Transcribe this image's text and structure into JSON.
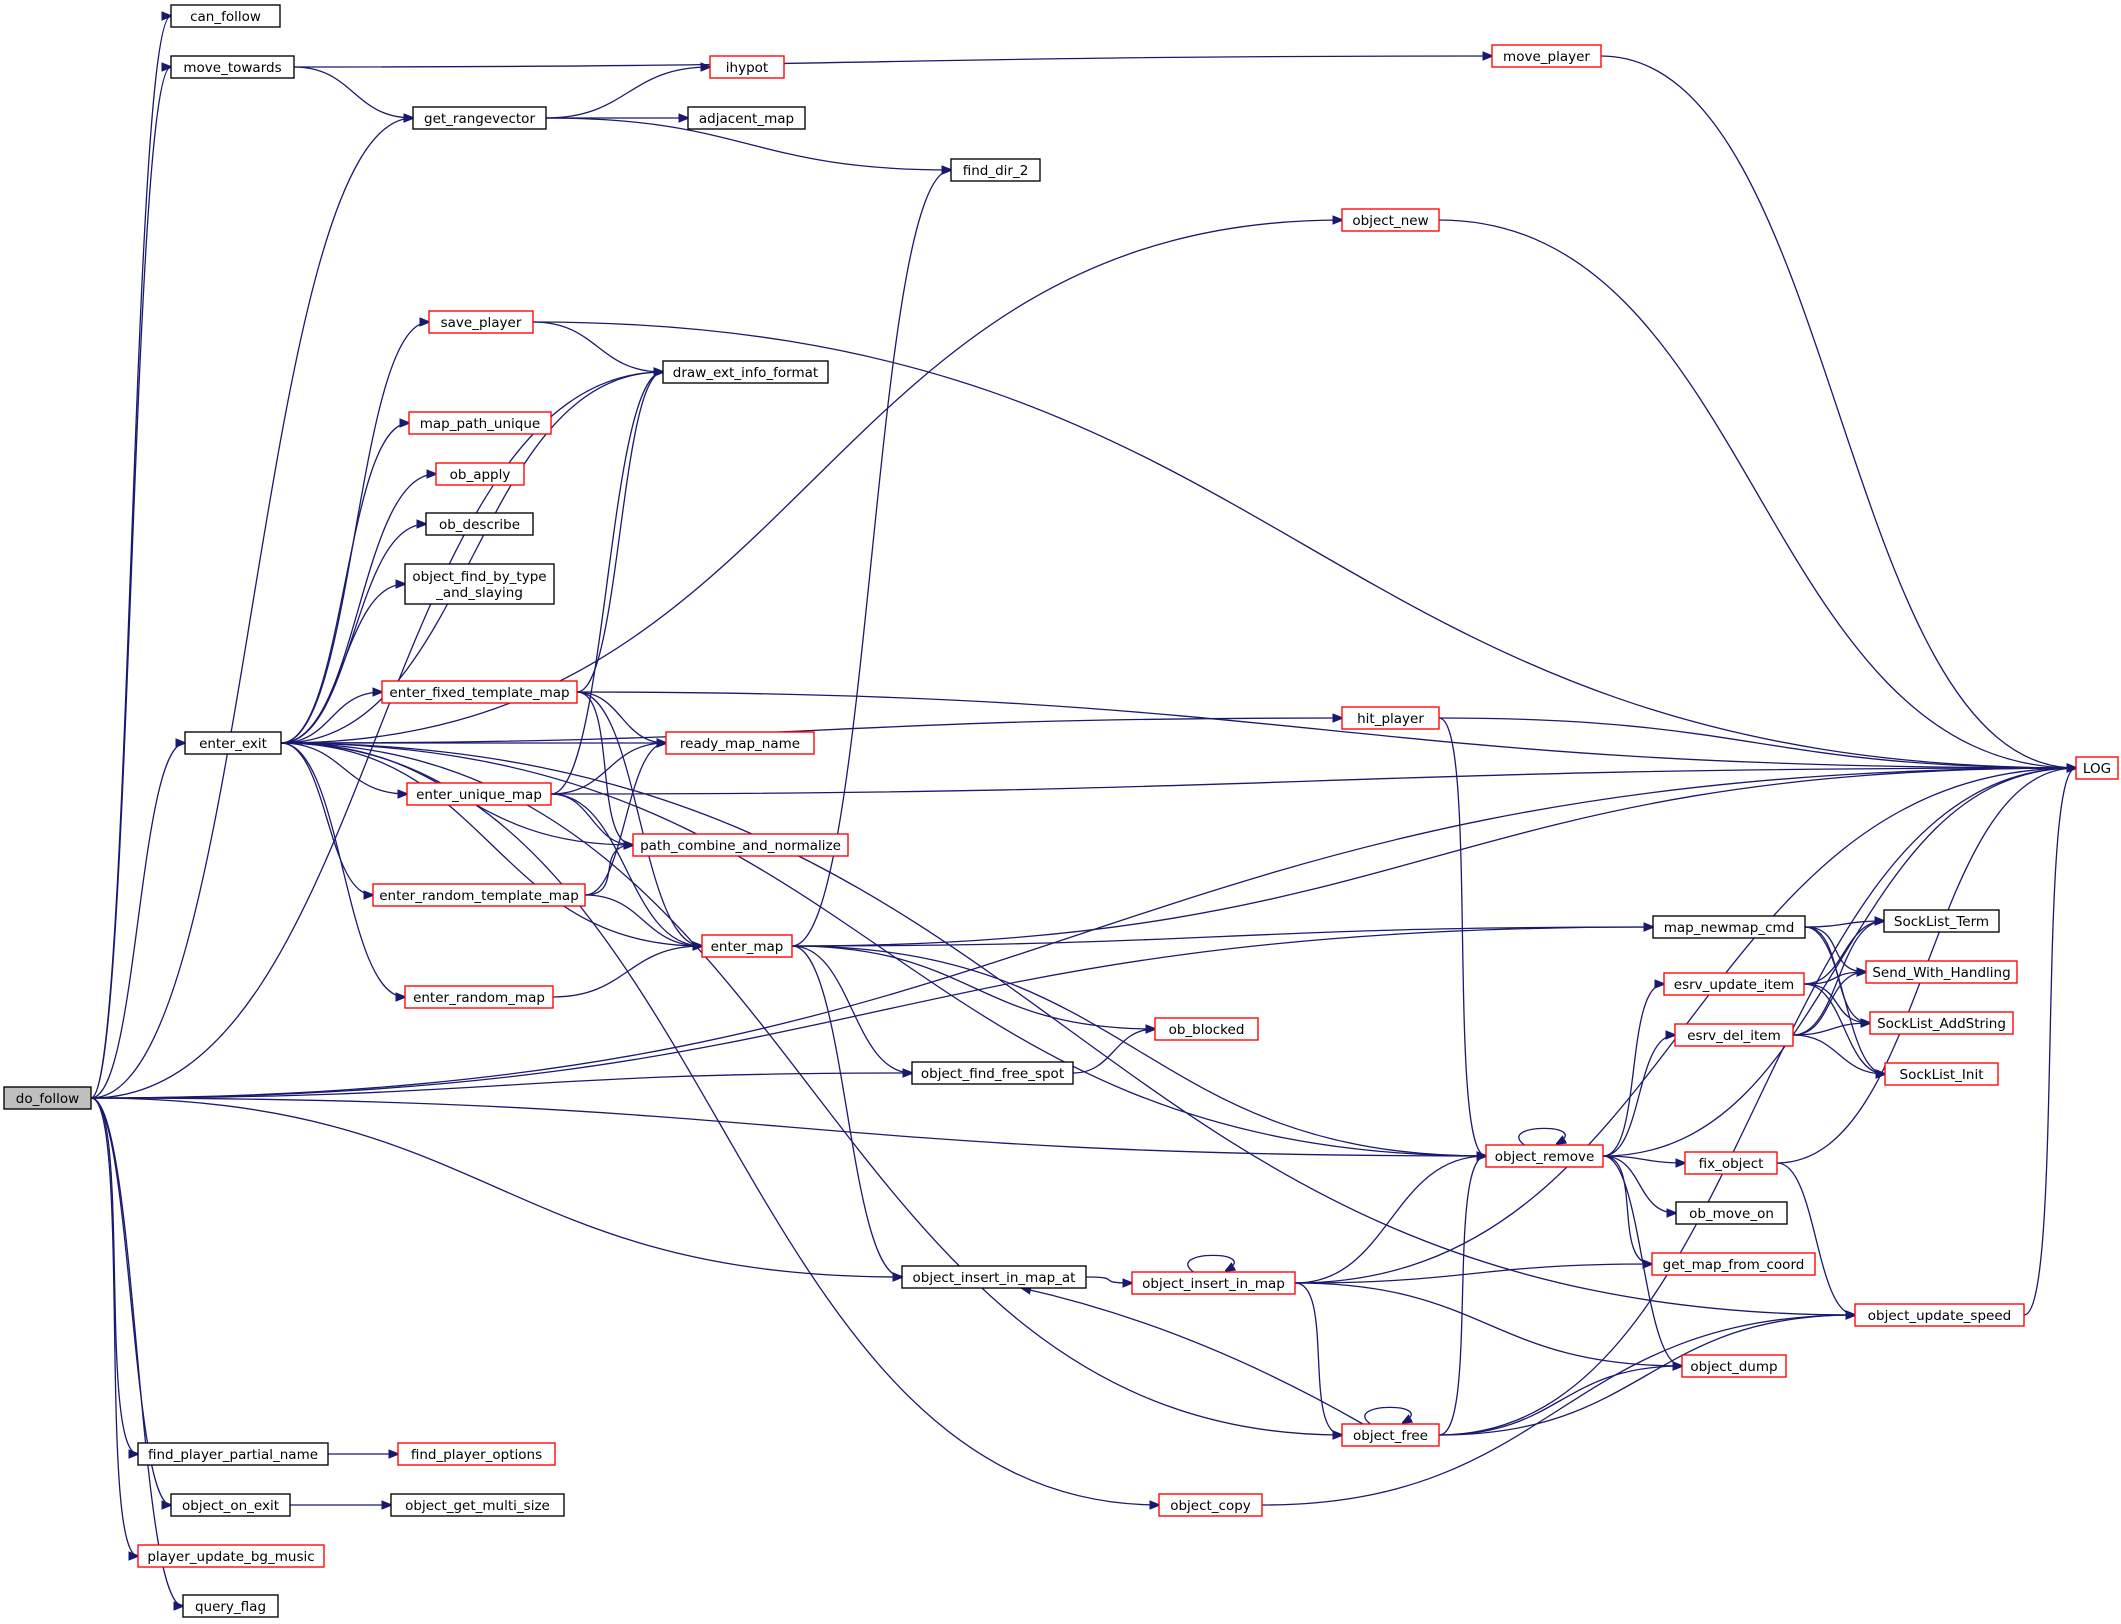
{
  "colors": {
    "edge": "#191970",
    "border_complete": "#000000",
    "border_incomplete": "#ff0000",
    "root_fill": "#bfbfbf",
    "node_fill": "#ffffff"
  },
  "nodes": [
    {
      "id": "do_follow",
      "label": "do_follow",
      "kind": "root"
    },
    {
      "id": "can_follow",
      "label": "can_follow",
      "kind": "complete"
    },
    {
      "id": "move_towards",
      "label": "move_towards",
      "kind": "complete"
    },
    {
      "id": "get_rangevector",
      "label": "get_rangevector",
      "kind": "complete"
    },
    {
      "id": "move_player",
      "label": "move_player",
      "kind": "incomplete"
    },
    {
      "id": "ihypot",
      "label": "ihypot",
      "kind": "incomplete"
    },
    {
      "id": "adjacent_map",
      "label": "adjacent_map",
      "kind": "complete"
    },
    {
      "id": "find_dir_2",
      "label": "find_dir_2",
      "kind": "complete"
    },
    {
      "id": "object_new",
      "label": "object_new",
      "kind": "incomplete"
    },
    {
      "id": "save_player",
      "label": "save_player",
      "kind": "incomplete"
    },
    {
      "id": "draw_ext_info_format",
      "label": "draw_ext_info_format",
      "kind": "complete"
    },
    {
      "id": "map_path_unique",
      "label": "map_path_unique",
      "kind": "incomplete"
    },
    {
      "id": "ob_apply",
      "label": "ob_apply",
      "kind": "incomplete"
    },
    {
      "id": "ob_describe",
      "label": "ob_describe",
      "kind": "complete"
    },
    {
      "id": "object_find_by_type_and_slaying",
      "label": "object_find_by_type\n_and_slaying",
      "kind": "complete"
    },
    {
      "id": "enter_fixed_template_map",
      "label": "enter_fixed_template_map",
      "kind": "incomplete"
    },
    {
      "id": "enter_exit",
      "label": "enter_exit",
      "kind": "complete"
    },
    {
      "id": "ready_map_name",
      "label": "ready_map_name",
      "kind": "incomplete"
    },
    {
      "id": "hit_player",
      "label": "hit_player",
      "kind": "incomplete"
    },
    {
      "id": "LOG",
      "label": "LOG",
      "kind": "incomplete"
    },
    {
      "id": "enter_unique_map",
      "label": "enter_unique_map",
      "kind": "incomplete"
    },
    {
      "id": "path_combine_and_normalize",
      "label": "path_combine_and_normalize",
      "kind": "incomplete"
    },
    {
      "id": "enter_random_template_map",
      "label": "enter_random_template_map",
      "kind": "incomplete"
    },
    {
      "id": "enter_map",
      "label": "enter_map",
      "kind": "incomplete"
    },
    {
      "id": "map_newmap_cmd",
      "label": "map_newmap_cmd",
      "kind": "complete"
    },
    {
      "id": "SockList_Term",
      "label": "SockList_Term",
      "kind": "complete"
    },
    {
      "id": "esrv_update_item",
      "label": "esrv_update_item",
      "kind": "incomplete"
    },
    {
      "id": "Send_With_Handling",
      "label": "Send_With_Handling",
      "kind": "incomplete"
    },
    {
      "id": "enter_random_map",
      "label": "enter_random_map",
      "kind": "incomplete"
    },
    {
      "id": "SockList_AddString",
      "label": "SockList_AddString",
      "kind": "incomplete"
    },
    {
      "id": "ob_blocked",
      "label": "ob_blocked",
      "kind": "incomplete"
    },
    {
      "id": "esrv_del_item",
      "label": "esrv_del_item",
      "kind": "incomplete"
    },
    {
      "id": "object_find_free_spot",
      "label": "object_find_free_spot",
      "kind": "complete"
    },
    {
      "id": "SockList_Init",
      "label": "SockList_Init",
      "kind": "incomplete"
    },
    {
      "id": "object_remove",
      "label": "object_remove",
      "kind": "incomplete"
    },
    {
      "id": "fix_object",
      "label": "fix_object",
      "kind": "incomplete"
    },
    {
      "id": "ob_move_on",
      "label": "ob_move_on",
      "kind": "complete"
    },
    {
      "id": "object_insert_in_map_at",
      "label": "object_insert_in_map_at",
      "kind": "complete"
    },
    {
      "id": "object_insert_in_map",
      "label": "object_insert_in_map",
      "kind": "incomplete"
    },
    {
      "id": "get_map_from_coord",
      "label": "get_map_from_coord",
      "kind": "incomplete"
    },
    {
      "id": "object_update_speed",
      "label": "object_update_speed",
      "kind": "incomplete"
    },
    {
      "id": "object_dump",
      "label": "object_dump",
      "kind": "incomplete"
    },
    {
      "id": "object_free",
      "label": "object_free",
      "kind": "incomplete"
    },
    {
      "id": "find_player_partial_name",
      "label": "find_player_partial_name",
      "kind": "complete"
    },
    {
      "id": "find_player_options",
      "label": "find_player_options",
      "kind": "incomplete"
    },
    {
      "id": "object_on_exit",
      "label": "object_on_exit",
      "kind": "complete"
    },
    {
      "id": "object_get_multi_size",
      "label": "object_get_multi_size",
      "kind": "complete"
    },
    {
      "id": "object_copy",
      "label": "object_copy",
      "kind": "incomplete"
    },
    {
      "id": "player_update_bg_music",
      "label": "player_update_bg_music",
      "kind": "incomplete"
    },
    {
      "id": "query_flag",
      "label": "query_flag",
      "kind": "complete"
    }
  ],
  "edges": [
    [
      "do_follow",
      "can_follow"
    ],
    [
      "do_follow",
      "move_towards"
    ],
    [
      "do_follow",
      "get_rangevector"
    ],
    [
      "do_follow",
      "enter_exit"
    ],
    [
      "do_follow",
      "map_newmap_cmd"
    ],
    [
      "do_follow",
      "object_find_free_spot"
    ],
    [
      "do_follow",
      "object_remove"
    ],
    [
      "do_follow",
      "object_insert_in_map_at"
    ],
    [
      "do_follow",
      "find_player_partial_name"
    ],
    [
      "do_follow",
      "object_on_exit"
    ],
    [
      "do_follow",
      "player_update_bg_music"
    ],
    [
      "do_follow",
      "query_flag"
    ],
    [
      "do_follow",
      "draw_ext_info_format"
    ],
    [
      "do_follow",
      "LOG"
    ],
    [
      "move_towards",
      "move_player"
    ],
    [
      "move_towards",
      "get_rangevector"
    ],
    [
      "move_player",
      "LOG"
    ],
    [
      "get_rangevector",
      "ihypot"
    ],
    [
      "get_rangevector",
      "adjacent_map"
    ],
    [
      "get_rangevector",
      "find_dir_2"
    ],
    [
      "enter_exit",
      "object_new"
    ],
    [
      "enter_exit",
      "save_player"
    ],
    [
      "enter_exit",
      "draw_ext_info_format"
    ],
    [
      "enter_exit",
      "map_path_unique"
    ],
    [
      "enter_exit",
      "ob_apply"
    ],
    [
      "enter_exit",
      "ob_describe"
    ],
    [
      "enter_exit",
      "object_find_by_type_and_slaying"
    ],
    [
      "enter_exit",
      "enter_fixed_template_map"
    ],
    [
      "enter_exit",
      "hit_player"
    ],
    [
      "enter_exit",
      "ready_map_name"
    ],
    [
      "enter_exit",
      "enter_unique_map"
    ],
    [
      "enter_exit",
      "path_combine_and_normalize"
    ],
    [
      "enter_exit",
      "enter_random_template_map"
    ],
    [
      "enter_exit",
      "enter_map"
    ],
    [
      "enter_exit",
      "enter_random_map"
    ],
    [
      "enter_exit",
      "object_remove"
    ],
    [
      "enter_exit",
      "object_update_speed"
    ],
    [
      "enter_exit",
      "object_free"
    ],
    [
      "enter_exit",
      "object_copy"
    ],
    [
      "object_new",
      "LOG"
    ],
    [
      "save_player",
      "draw_ext_info_format"
    ],
    [
      "save_player",
      "LOG"
    ],
    [
      "enter_fixed_template_map",
      "draw_ext_info_format"
    ],
    [
      "enter_fixed_template_map",
      "ready_map_name"
    ],
    [
      "enter_fixed_template_map",
      "path_combine_and_normalize"
    ],
    [
      "enter_fixed_template_map",
      "enter_map"
    ],
    [
      "enter_fixed_template_map",
      "LOG"
    ],
    [
      "enter_unique_map",
      "draw_ext_info_format"
    ],
    [
      "enter_unique_map",
      "ready_map_name"
    ],
    [
      "enter_unique_map",
      "path_combine_and_normalize"
    ],
    [
      "enter_unique_map",
      "enter_map"
    ],
    [
      "enter_unique_map",
      "LOG"
    ],
    [
      "enter_random_template_map",
      "ready_map_name"
    ],
    [
      "enter_random_template_map",
      "path_combine_and_normalize"
    ],
    [
      "enter_random_template_map",
      "enter_map"
    ],
    [
      "enter_random_map",
      "enter_map"
    ],
    [
      "enter_map",
      "find_dir_2"
    ],
    [
      "enter_map",
      "LOG"
    ],
    [
      "enter_map",
      "map_newmap_cmd"
    ],
    [
      "enter_map",
      "ob_blocked"
    ],
    [
      "enter_map",
      "object_find_free_spot"
    ],
    [
      "enter_map",
      "object_remove"
    ],
    [
      "enter_map",
      "object_insert_in_map_at"
    ],
    [
      "hit_player",
      "LOG"
    ],
    [
      "hit_player",
      "object_remove"
    ],
    [
      "map_newmap_cmd",
      "SockList_Term"
    ],
    [
      "map_newmap_cmd",
      "Send_With_Handling"
    ],
    [
      "map_newmap_cmd",
      "SockList_AddString"
    ],
    [
      "map_newmap_cmd",
      "SockList_Init"
    ],
    [
      "esrv_update_item",
      "SockList_Term"
    ],
    [
      "esrv_update_item",
      "Send_With_Handling"
    ],
    [
      "esrv_update_item",
      "SockList_AddString"
    ],
    [
      "esrv_update_item",
      "SockList_Init"
    ],
    [
      "esrv_del_item",
      "SockList_Term"
    ],
    [
      "esrv_del_item",
      "Send_With_Handling"
    ],
    [
      "esrv_del_item",
      "SockList_AddString"
    ],
    [
      "esrv_del_item",
      "SockList_Init"
    ],
    [
      "object_find_free_spot",
      "ob_blocked"
    ],
    [
      "object_remove",
      "object_remove"
    ],
    [
      "object_remove",
      "esrv_update_item"
    ],
    [
      "object_remove",
      "esrv_del_item"
    ],
    [
      "object_remove",
      "LOG"
    ],
    [
      "object_remove",
      "fix_object"
    ],
    [
      "object_remove",
      "ob_move_on"
    ],
    [
      "object_remove",
      "get_map_from_coord"
    ],
    [
      "object_remove",
      "object_dump"
    ],
    [
      "fix_object",
      "LOG"
    ],
    [
      "fix_object",
      "object_update_speed"
    ],
    [
      "object_insert_in_map_at",
      "object_insert_in_map"
    ],
    [
      "object_insert_in_map",
      "object_insert_in_map"
    ],
    [
      "object_insert_in_map",
      "LOG"
    ],
    [
      "object_insert_in_map",
      "object_remove"
    ],
    [
      "object_insert_in_map",
      "get_map_from_coord"
    ],
    [
      "object_insert_in_map",
      "object_dump"
    ],
    [
      "object_insert_in_map",
      "object_free"
    ],
    [
      "object_update_speed",
      "LOG"
    ],
    [
      "object_free",
      "object_free"
    ],
    [
      "object_free",
      "object_insert_in_map_at"
    ],
    [
      "object_free",
      "object_remove"
    ],
    [
      "object_free",
      "object_dump"
    ],
    [
      "object_free",
      "object_update_speed"
    ],
    [
      "object_free",
      "LOG"
    ],
    [
      "object_copy",
      "object_update_speed"
    ],
    [
      "find_player_partial_name",
      "find_player_options"
    ],
    [
      "object_on_exit",
      "object_get_multi_size"
    ]
  ]
}
